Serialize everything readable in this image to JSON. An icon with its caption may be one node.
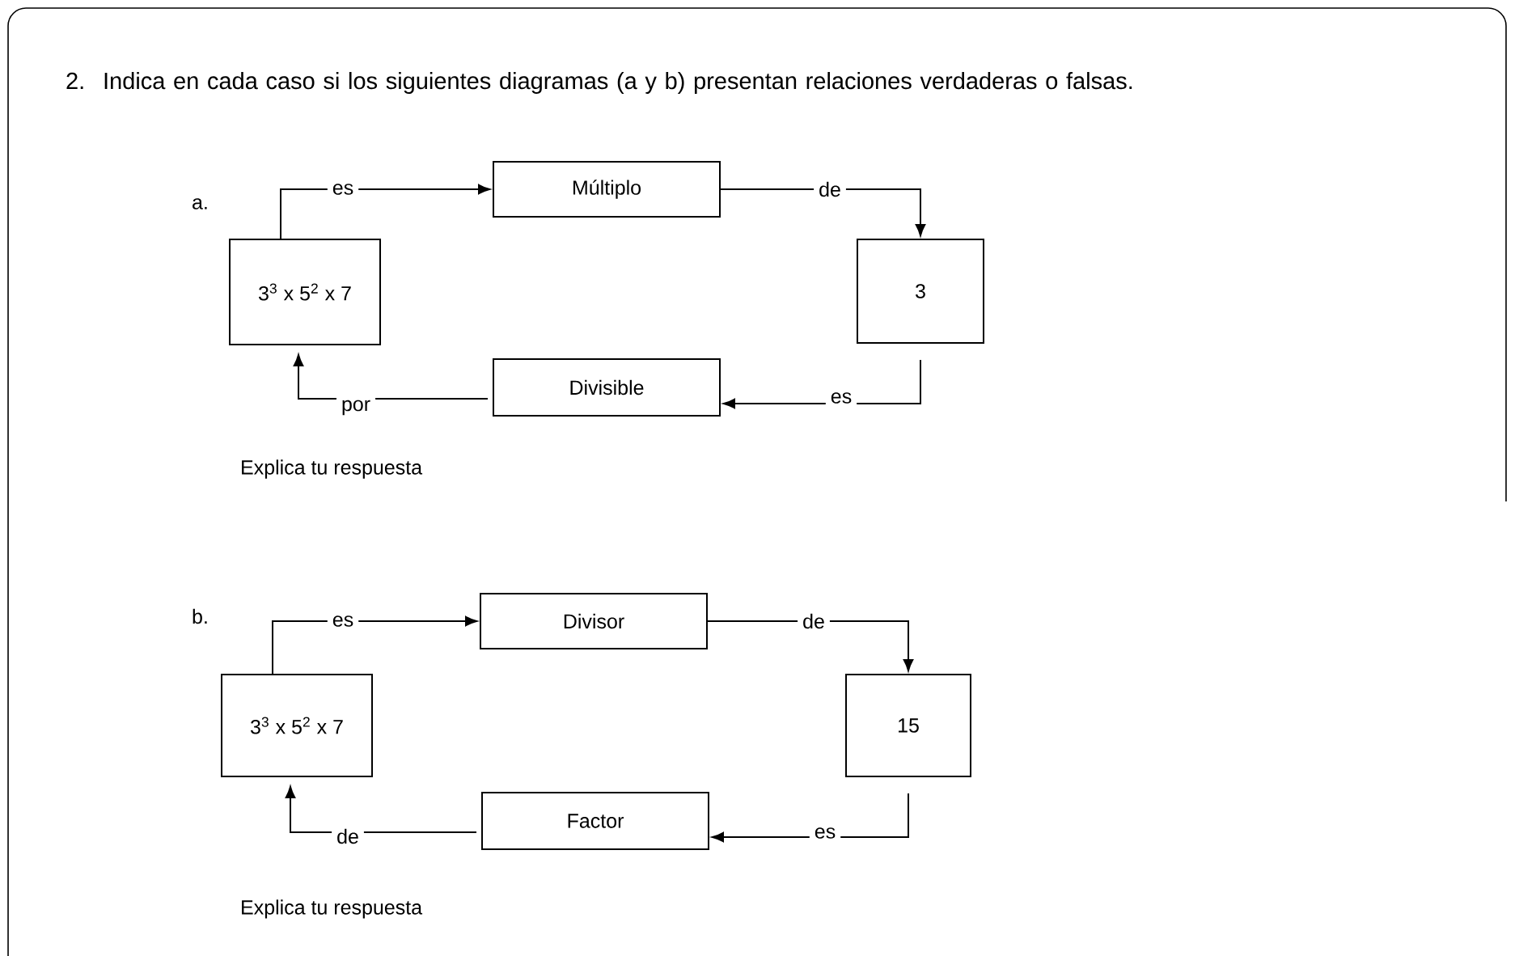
{
  "diagram": {
    "nodes": [
      {
        "text": [
          "3$^{3}$ x 5$^{2}$ x 7"
        ]
      },
      {
        "text": [
          "Múltiplo"
        ]
      },
      {
        "text": [
          "3"
        ]
      },
      {
        "text": [
          "Divisible"
        ]
      },
      {
        "text": [
          "3$^{3}$ x 5$^{2}$ x 7"
        ]
      },
      {
        "text": [
          "Divisor"
        ]
      },
      {
        "text": [
          "15"
        ]
      },
      {
        "text": [
          "Factor"
        ]
      }
    ],
    "edges": [
      {
        "from": 0,
        "to": 1,
        "arrow": "to",
        "label": "es"
      },
      {
        "from": 1,
        "to": 2,
        "arrow": "to",
        "label": "de"
      },
      {
        "from": 2,
        "to": 3,
        "arrow": "to",
        "label": "es"
      },
      {
        "from": 3,
        "to": 0,
        "arrow": "to",
        "label": "por"
      },
      {
        "from": 4,
        "to": 5,
        "arrow": "to",
        "label": "es"
      },
      {
        "from": 5,
        "to": 6,
        "arrow": "to",
        "label": "de"
      },
      {
        "from": 6,
        "to": 7,
        "arrow": "to",
        "label": "es"
      },
      {
        "from": 7,
        "to": 4,
        "arrow": "to",
        "label": "de"
      }
    ],
    "labels": [
      "2.",
      "Indica en cada caso si los siguientes diagramas (a y b) presentan relaciones verdaderas o falsas.",
      "a.",
      "Explica tu respuesta",
      "b.",
      "Explica tu respuesta"
    ]
  }
}
